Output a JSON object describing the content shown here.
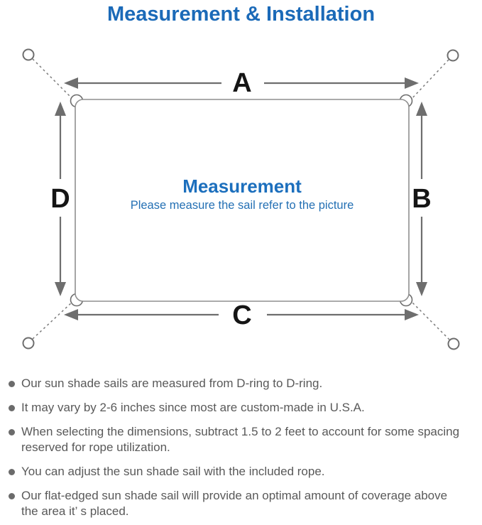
{
  "page": {
    "title": "Measurement & Installation"
  },
  "colors": {
    "title_blue": "#1b6ab8",
    "center_text_blue": "#1c6fbd",
    "arrow_gray": "#6e6e6e",
    "sail_border_gray": "#8f8f8f",
    "dimension_letter_black": "#151515",
    "note_text_gray": "#595959"
  },
  "diagram": {
    "dimension_labels": {
      "top": "A",
      "right": "B",
      "bottom": "C",
      "left": "D"
    },
    "center_title": "Measurement",
    "center_subtitle": "Please measure the sail refer to the picture"
  },
  "notes": {
    "items": [
      {
        "lines": [
          "Our sun shade sails are measured from D-ring to D-ring."
        ]
      },
      {
        "lines": [
          "It may vary by 2-6 inches since most are custom-made in U.S.A."
        ]
      },
      {
        "lines": [
          "When selecting the dimensions, subtract 1.5 to 2 feet to account for some spacing",
          "reserved for rope utilization."
        ]
      },
      {
        "lines": [
          "You can adjust the sun shade sail with the included rope."
        ]
      },
      {
        "lines": [
          "Our flat-edged sun shade sail will provide an optimal amount of coverage above",
          "the area it’ s placed."
        ]
      }
    ]
  }
}
